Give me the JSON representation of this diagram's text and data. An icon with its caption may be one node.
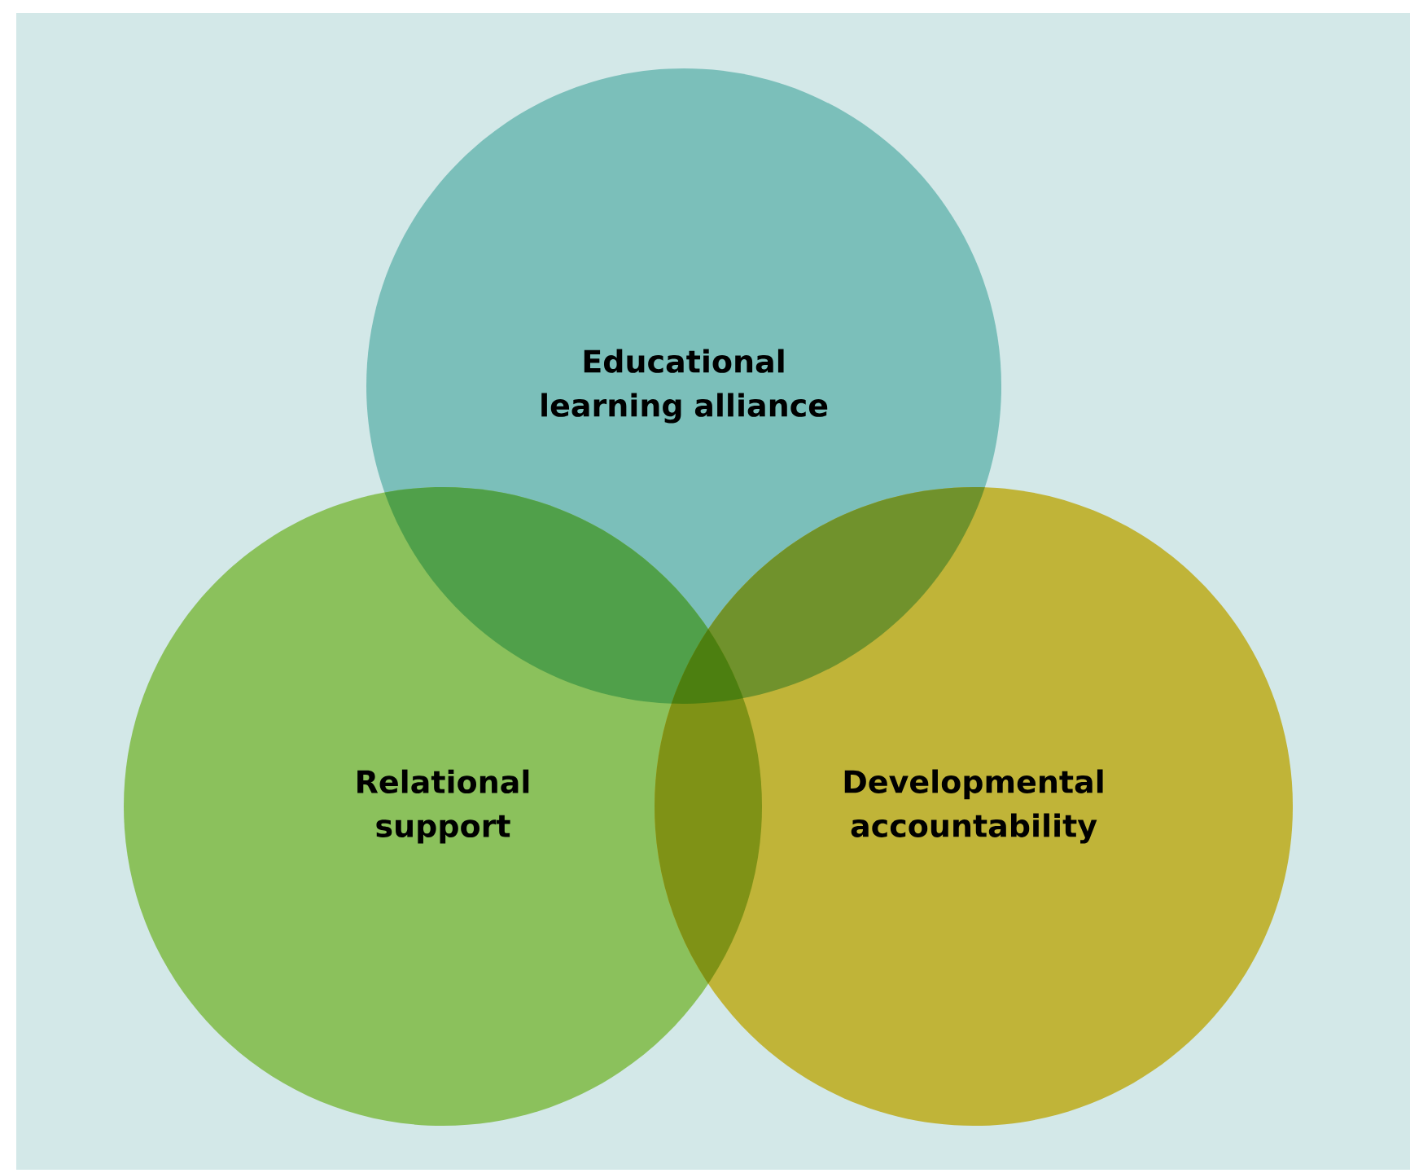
{
  "diagram": {
    "nodes": [
      {
        "text": [
          "Educational learning alliance"
        ]
      },
      {
        "text": [
          "Relational support"
        ]
      },
      {
        "text": [
          "Developmental accountability"
        ]
      }
    ]
  }
}
